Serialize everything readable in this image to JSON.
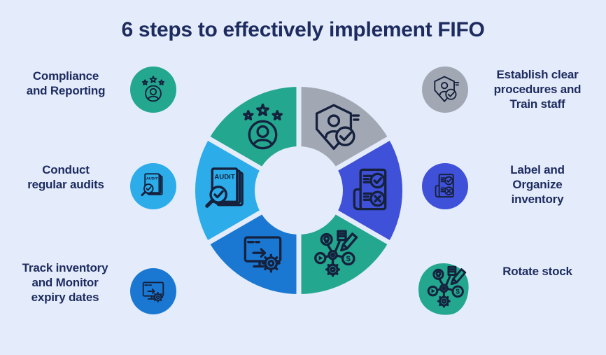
{
  "title": "6 steps to effectively implement FIFO",
  "colors": {
    "background": "#e4ecfb",
    "text": "#1d2b5f",
    "icon_stroke": "#15213d",
    "teal": "#24a78f",
    "gray": "#a2a8b3",
    "indigo": "#4051d9",
    "blue": "#1a78d2",
    "light_blue": "#2cadea"
  },
  "steps": [
    {
      "name": "compliance-and-reporting",
      "label": "Compliance\nand Reporting",
      "icon": "user-rating-stars-icon",
      "color": "#24a78f",
      "side": "left"
    },
    {
      "name": "conduct-regular-audits",
      "label": "Conduct\nregular audits",
      "icon": "audit-document-icon",
      "color": "#2cadea",
      "side": "left"
    },
    {
      "name": "track-inventory-monitor-expiry",
      "label": "Track inventory\nand Monitor\nexpiry dates",
      "icon": "monitor-gear-icon",
      "color": "#1a78d2",
      "side": "left"
    },
    {
      "name": "establish-procedures-train-staff",
      "label": "Establish clear\nprocedures and\nTrain staff",
      "icon": "shield-person-check-icon",
      "color": "#a2a8b3",
      "side": "right"
    },
    {
      "name": "label-and-organize-inventory",
      "label": "Label and\nOrganize\ninventory",
      "icon": "checklist-check-cross-icon",
      "color": "#4051d9",
      "side": "right"
    },
    {
      "name": "rotate-stock",
      "label": "Rotate stock",
      "icon": "process-network-icon",
      "color": "#24a78f",
      "side": "right"
    }
  ],
  "wheel": {
    "segments": [
      {
        "name": "establish-procedures-train-staff",
        "color": "#a2a8b3",
        "start_angle": 90,
        "end_angle": 30,
        "icon": "shield-person-check-icon"
      },
      {
        "name": "label-and-organize-inventory",
        "color": "#4051d9",
        "start_angle": 30,
        "end_angle": -30,
        "icon": "checklist-check-cross-icon"
      },
      {
        "name": "rotate-stock",
        "color": "#24a78f",
        "start_angle": -30,
        "end_angle": -90,
        "icon": "process-network-icon"
      },
      {
        "name": "track-inventory-monitor-expiry",
        "color": "#1a78d2",
        "start_angle": -90,
        "end_angle": -150,
        "icon": "monitor-gear-icon"
      },
      {
        "name": "conduct-regular-audits",
        "color": "#2cadea",
        "start_angle": -150,
        "end_angle": -210,
        "icon": "audit-document-icon"
      },
      {
        "name": "compliance-and-reporting",
        "color": "#24a78f",
        "start_angle": -210,
        "end_angle": -270,
        "icon": "user-rating-stars-icon"
      }
    ]
  }
}
